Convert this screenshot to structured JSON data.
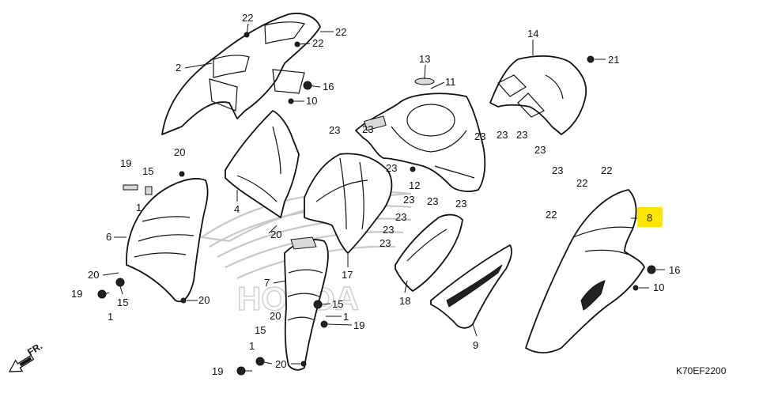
{
  "diagram_code": "K70EF2200",
  "front_label": "FR.",
  "callouts": {
    "c22a": "22",
    "c22b": "22",
    "c2": "2",
    "c16a": "16",
    "c10a": "10",
    "c13": "13",
    "c11": "11",
    "c14": "14",
    "c21": "21",
    "c23a": "23",
    "c23b": "23",
    "c23c": "23",
    "c23d": "23",
    "c23e": "23",
    "c23f": "23",
    "c23g": "23",
    "c23h": "23",
    "c23i": "23",
    "c23j": "23",
    "c23k": "23",
    "c23l": "23",
    "c12": "12",
    "c20a": "20",
    "c19a": "19",
    "c15a": "15",
    "c4": "4",
    "c17": "17",
    "c6": "6",
    "c1a": "1",
    "c20b": "20",
    "c20c": "20",
    "c19b": "19",
    "c15b": "15",
    "c1b": "1",
    "c20d": "20",
    "c7": "7",
    "c15c": "15",
    "c1c": "1",
    "c19c": "19",
    "c20e": "20",
    "c15d": "15",
    "c1d": "1",
    "c19d": "19",
    "c20f": "20",
    "c18": "18",
    "c9": "9",
    "c22c": "22",
    "c22d": "22",
    "c22e": "22",
    "c8": "8",
    "c16b": "16",
    "c10b": "10"
  }
}
